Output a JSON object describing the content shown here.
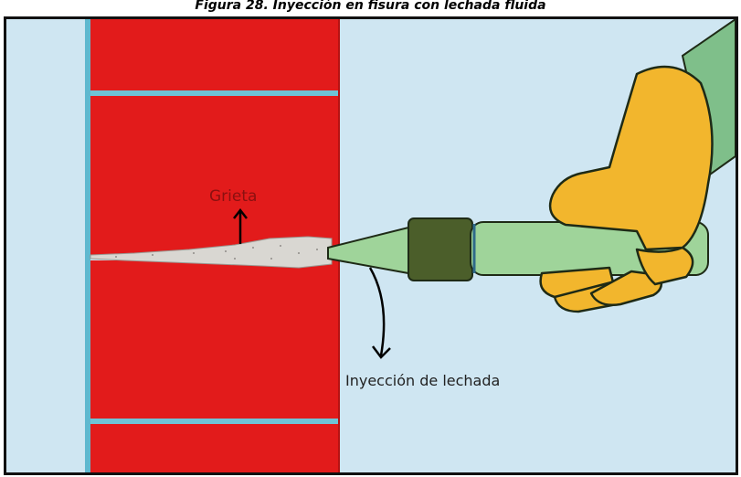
{
  "figure": {
    "title": "Figura 28. Inyección en fisura con lechada fluida"
  },
  "labels": {
    "crack": "Grieta",
    "grout_injection": "Inyección de lechada"
  },
  "colors": {
    "background": "#cfe6f2",
    "brick": "#e21b1b",
    "mortar_joint": "#6fc3d6",
    "crack_fill": "#d9d7d2",
    "nozzle": "#9fd49a",
    "nozzle_collar": "#4b5e2a",
    "glove": "#f2b62d",
    "sleeve": "#7fbf8a",
    "crack_label": "#8b1010",
    "grout_label": "#222222",
    "arrow": "#000000"
  }
}
